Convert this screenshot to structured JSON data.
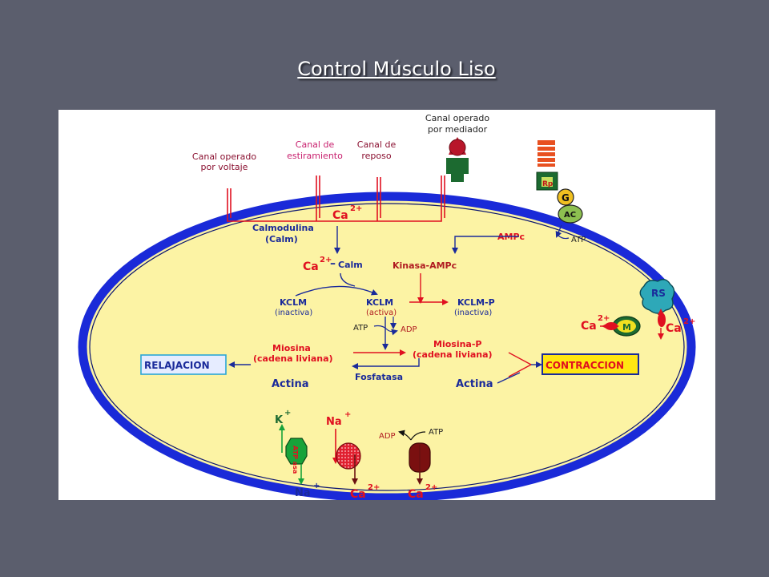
{
  "slide": {
    "title": "Control Músculo Liso"
  },
  "channels": {
    "voltage": [
      "Canal operado",
      "por voltaje"
    ],
    "stretch": [
      "Canal de",
      "estiramiento"
    ],
    "rest": [
      "Canal de",
      "reposo"
    ],
    "mediator": [
      "Canal operado",
      "por mediador"
    ]
  },
  "ions": {
    "ca": "Ca",
    "charge2": "2+",
    "na": "Na",
    "k": "K",
    "plus": "+",
    "atpase": "ATP\nasa"
  },
  "labels": {
    "calmodulina": [
      "Calmodulina",
      "(Calm)"
    ],
    "calm": "Calm",
    "ampc": "AMPc",
    "atp": "ATP",
    "adp": "ADP",
    "kinasa": "Kinasa-AMPc",
    "kclm": "KCLM",
    "kclm_p": "KCLM-P",
    "inactiva": "(inactiva)",
    "activa": "(activa)",
    "miosina": [
      "Miosina",
      "(cadena liviana)"
    ],
    "miosina_p": [
      "Miosina-P",
      "(cadena liviana)"
    ],
    "fosfatasa": "Fosfatasa",
    "actina": "Actina",
    "relajacion": "RELAJACION",
    "contraccion": "CONTRACCION",
    "rp": "Rp",
    "g": "G",
    "ac": "AC",
    "rs": "RS",
    "m": "M"
  },
  "colors": {
    "background": "#5b5e6d",
    "cytoplasm": "#fcf3a4",
    "membrane": "#1a2ad8",
    "red": "#e01020",
    "blue_text": "#1a2a9a",
    "maroon": "#b01a20",
    "green": "#17a33a"
  }
}
